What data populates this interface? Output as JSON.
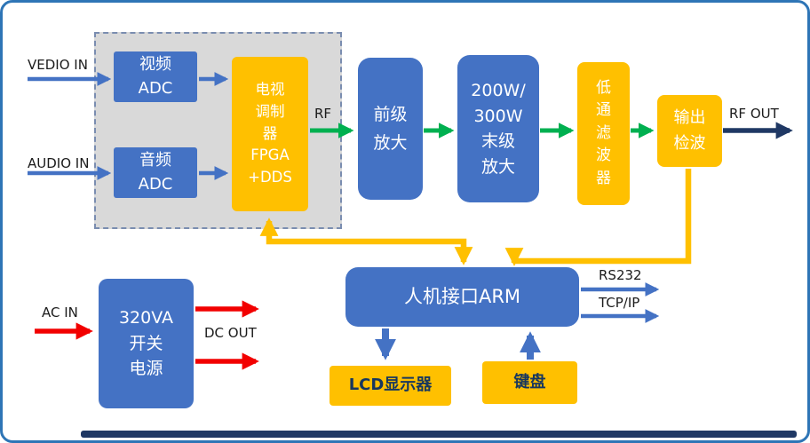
{
  "labels": {
    "vedio_in": "VEDIO IN",
    "audio_in": "AUDIO IN",
    "rf": "RF",
    "rf_out": "RF OUT",
    "rs232": "RS232",
    "tcp_ip": "TCP/IP",
    "ac_in": "AC IN",
    "dc_out": "DC OUT"
  },
  "boxes": {
    "video_adc": "视频\nADC",
    "audio_adc": "音频\nADC",
    "modulator": "电视\n调制\n器\nFPGA\n+DDS",
    "pre_amp": "前级\n放大",
    "final_amp": "200W/\n300W\n末级\n放大",
    "low_pass_filter": "低\n通\n滤\n波\n器",
    "output_detector": "输出\n检波",
    "arm_interface": "人机接口ARM",
    "lcd_display": "LCD显示器",
    "keyboard": "键盘",
    "power_supply": "320VA\n开关\n电源"
  },
  "colors": {
    "blue_box": "#4472C4",
    "orange_box": "#FFC000",
    "green_arrow": "#00B050",
    "yellow_arrow": "#FFC000",
    "red_arrow": "#F20000",
    "navy": "#1F3864",
    "frame_border": "#2E75B6",
    "dashed_region_bg": "#D9D9D9"
  }
}
